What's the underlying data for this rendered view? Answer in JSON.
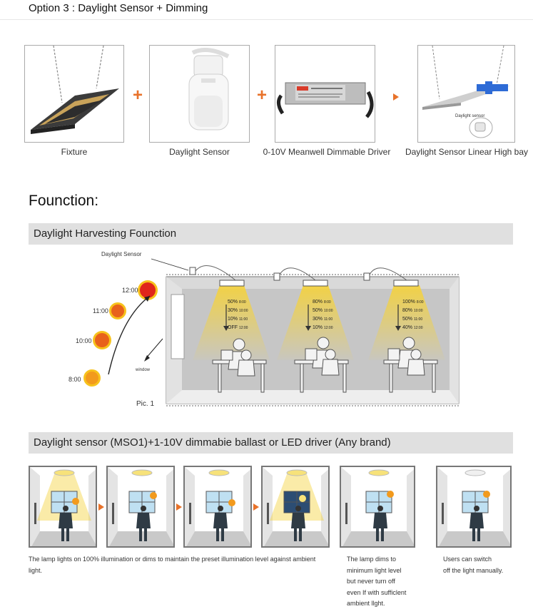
{
  "header": {
    "title": "Option 3 : Daylight Sensor + Dimming"
  },
  "products": [
    {
      "label": "Fixture",
      "icon": "led-linear-fixture-icon"
    },
    {
      "label": "Daylight Sensor",
      "icon": "daylight-sensor-icon"
    },
    {
      "label": "0-10V Meanwell Dimmable Driver",
      "icon": "led-driver-icon"
    },
    {
      "label": "Daylight Sensor Linear High bay",
      "icon": "high-bay-with-sensor-icon",
      "tag": "Daylight sensor"
    }
  ],
  "section_title": "Founction:",
  "section1": {
    "band": "Daylight Harvesting Founction",
    "sensor_label": "Daylight Sensor",
    "times": [
      "12:00",
      "11:00",
      "10:00",
      "8:00"
    ],
    "window_label": "window",
    "pic_label": "Pic. 1",
    "lamps": [
      {
        "levels": [
          [
            "50%",
            "8:00"
          ],
          [
            "30%",
            "10:00"
          ],
          [
            "10%",
            "11:00"
          ],
          [
            "OFF",
            "12:00"
          ]
        ]
      },
      {
        "levels": [
          [
            "80%",
            "8:00"
          ],
          [
            "50%",
            "10:00"
          ],
          [
            "30%",
            "11:00"
          ],
          [
            "10%",
            "12:00"
          ]
        ]
      },
      {
        "levels": [
          [
            "100%",
            "8:00"
          ],
          [
            "80%",
            "10:00"
          ],
          [
            "50%",
            "11:00"
          ],
          [
            "40%",
            "12:00"
          ]
        ]
      }
    ],
    "colors": {
      "sun_red": "#e0261b",
      "sun_orange": "#e8621c",
      "sun_ring": "#f7c21c",
      "beam": "#f4d23e",
      "room": "#d9d9d9"
    }
  },
  "section2": {
    "band": "Daylight sensor (MSO1)+1-10V dimmabie ballast or LED driver (Any brand)",
    "caption_left": "The lamp lights on 100% illumination or dims to maintain the preset illumination level against ambient light.",
    "caption_mid": [
      "The lamp dims to",
      "minimum light level",
      "but never turn off",
      "even If with sufficlent",
      "ambient llght."
    ],
    "caption_right": [
      "Users can switch",
      "off the light manually."
    ]
  }
}
